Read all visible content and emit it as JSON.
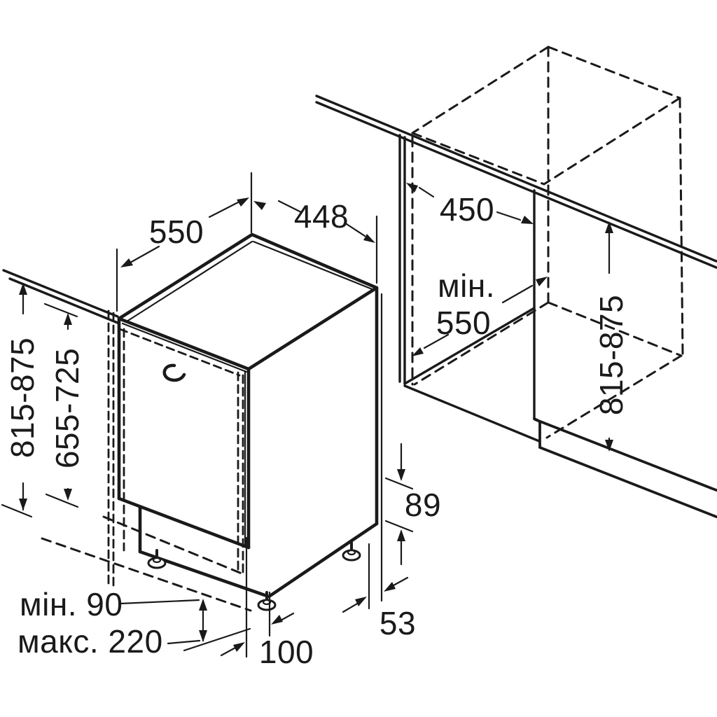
{
  "diagram": {
    "kind": "built-in dishwasher installation drawing, isometric",
    "appliance": {
      "top_depth": "550",
      "top_width": "448",
      "overall_height": "815-875",
      "door_panel_height": "655-725"
    },
    "base": {
      "plinth_min": "мін. 90",
      "plinth_max": "макс. 220",
      "front_foot_offset": "100",
      "rear_foot_offset": "53",
      "rear_base_height": "89"
    },
    "niche": {
      "width": "450",
      "depth_prefix": "мін.",
      "depth_value": "550",
      "height": "815-875"
    },
    "colors": {
      "line": "#1a1a1a",
      "background": "#ffffff"
    }
  }
}
